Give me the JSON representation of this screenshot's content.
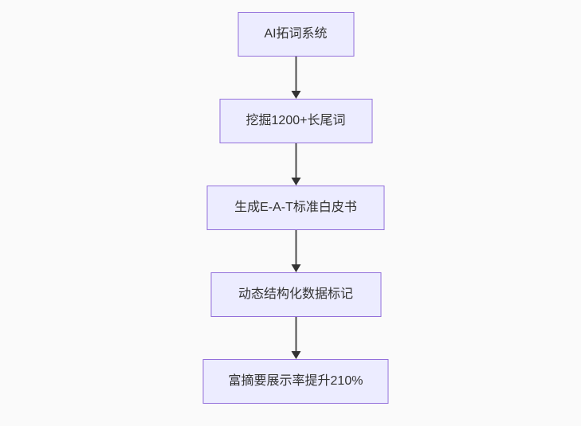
{
  "diagram": {
    "type": "flowchart",
    "direction": "top-down",
    "nodes": [
      {
        "id": "n0",
        "label": "AI拓词系统"
      },
      {
        "id": "n1",
        "label": "挖掘1200+长尾词"
      },
      {
        "id": "n2",
        "label": "生成E-A-T标准白皮书"
      },
      {
        "id": "n3",
        "label": "动态结构化数据标记"
      },
      {
        "id": "n4",
        "label": "富摘要展示率提升210%"
      }
    ],
    "edges": [
      {
        "from": "n0",
        "to": "n1"
      },
      {
        "from": "n1",
        "to": "n2"
      },
      {
        "from": "n2",
        "to": "n3"
      },
      {
        "from": "n3",
        "to": "n4"
      }
    ],
    "colors": {
      "background": "#fafafa",
      "node_fill": "#ECECFF",
      "node_border": "#9370DB",
      "text": "#333333",
      "arrow_shaft": "#4d4d4d",
      "arrow_head": "#333333"
    }
  }
}
